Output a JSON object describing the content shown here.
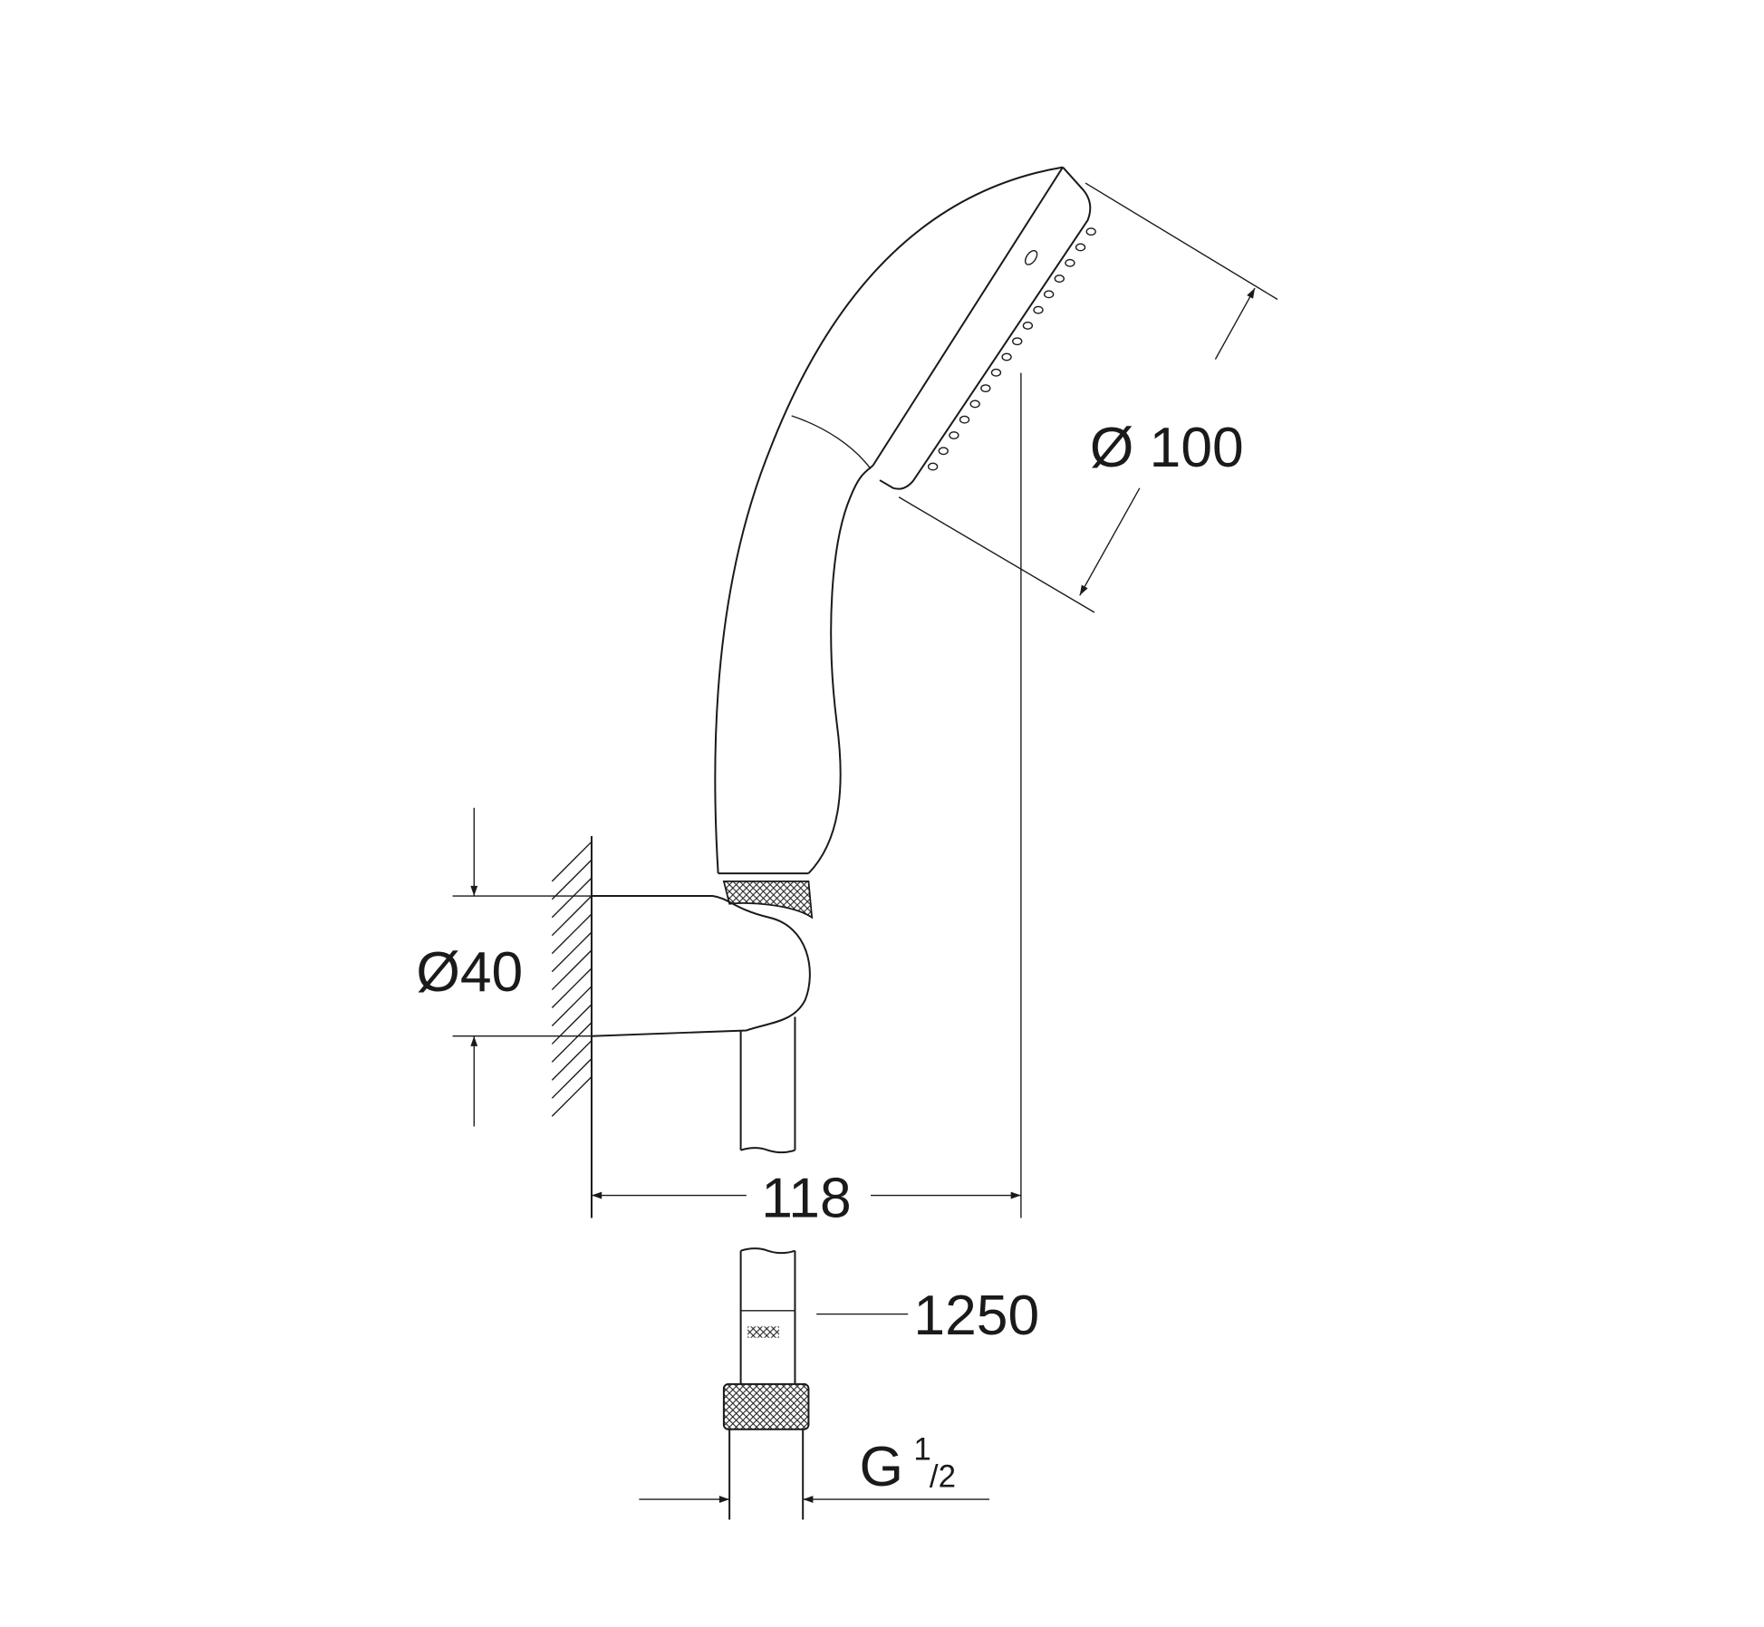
{
  "drawing": {
    "title": "Hand shower set with wall holder - dimension drawing",
    "dimensions": {
      "head_diameter": "Ø 100",
      "holder_diameter": "Ø40",
      "projection": "118",
      "hose_length": "1250",
      "thread": "G",
      "thread_num": "1",
      "thread_den": "/2"
    },
    "line_color": "#1a1a1a",
    "background": "#ffffff"
  }
}
